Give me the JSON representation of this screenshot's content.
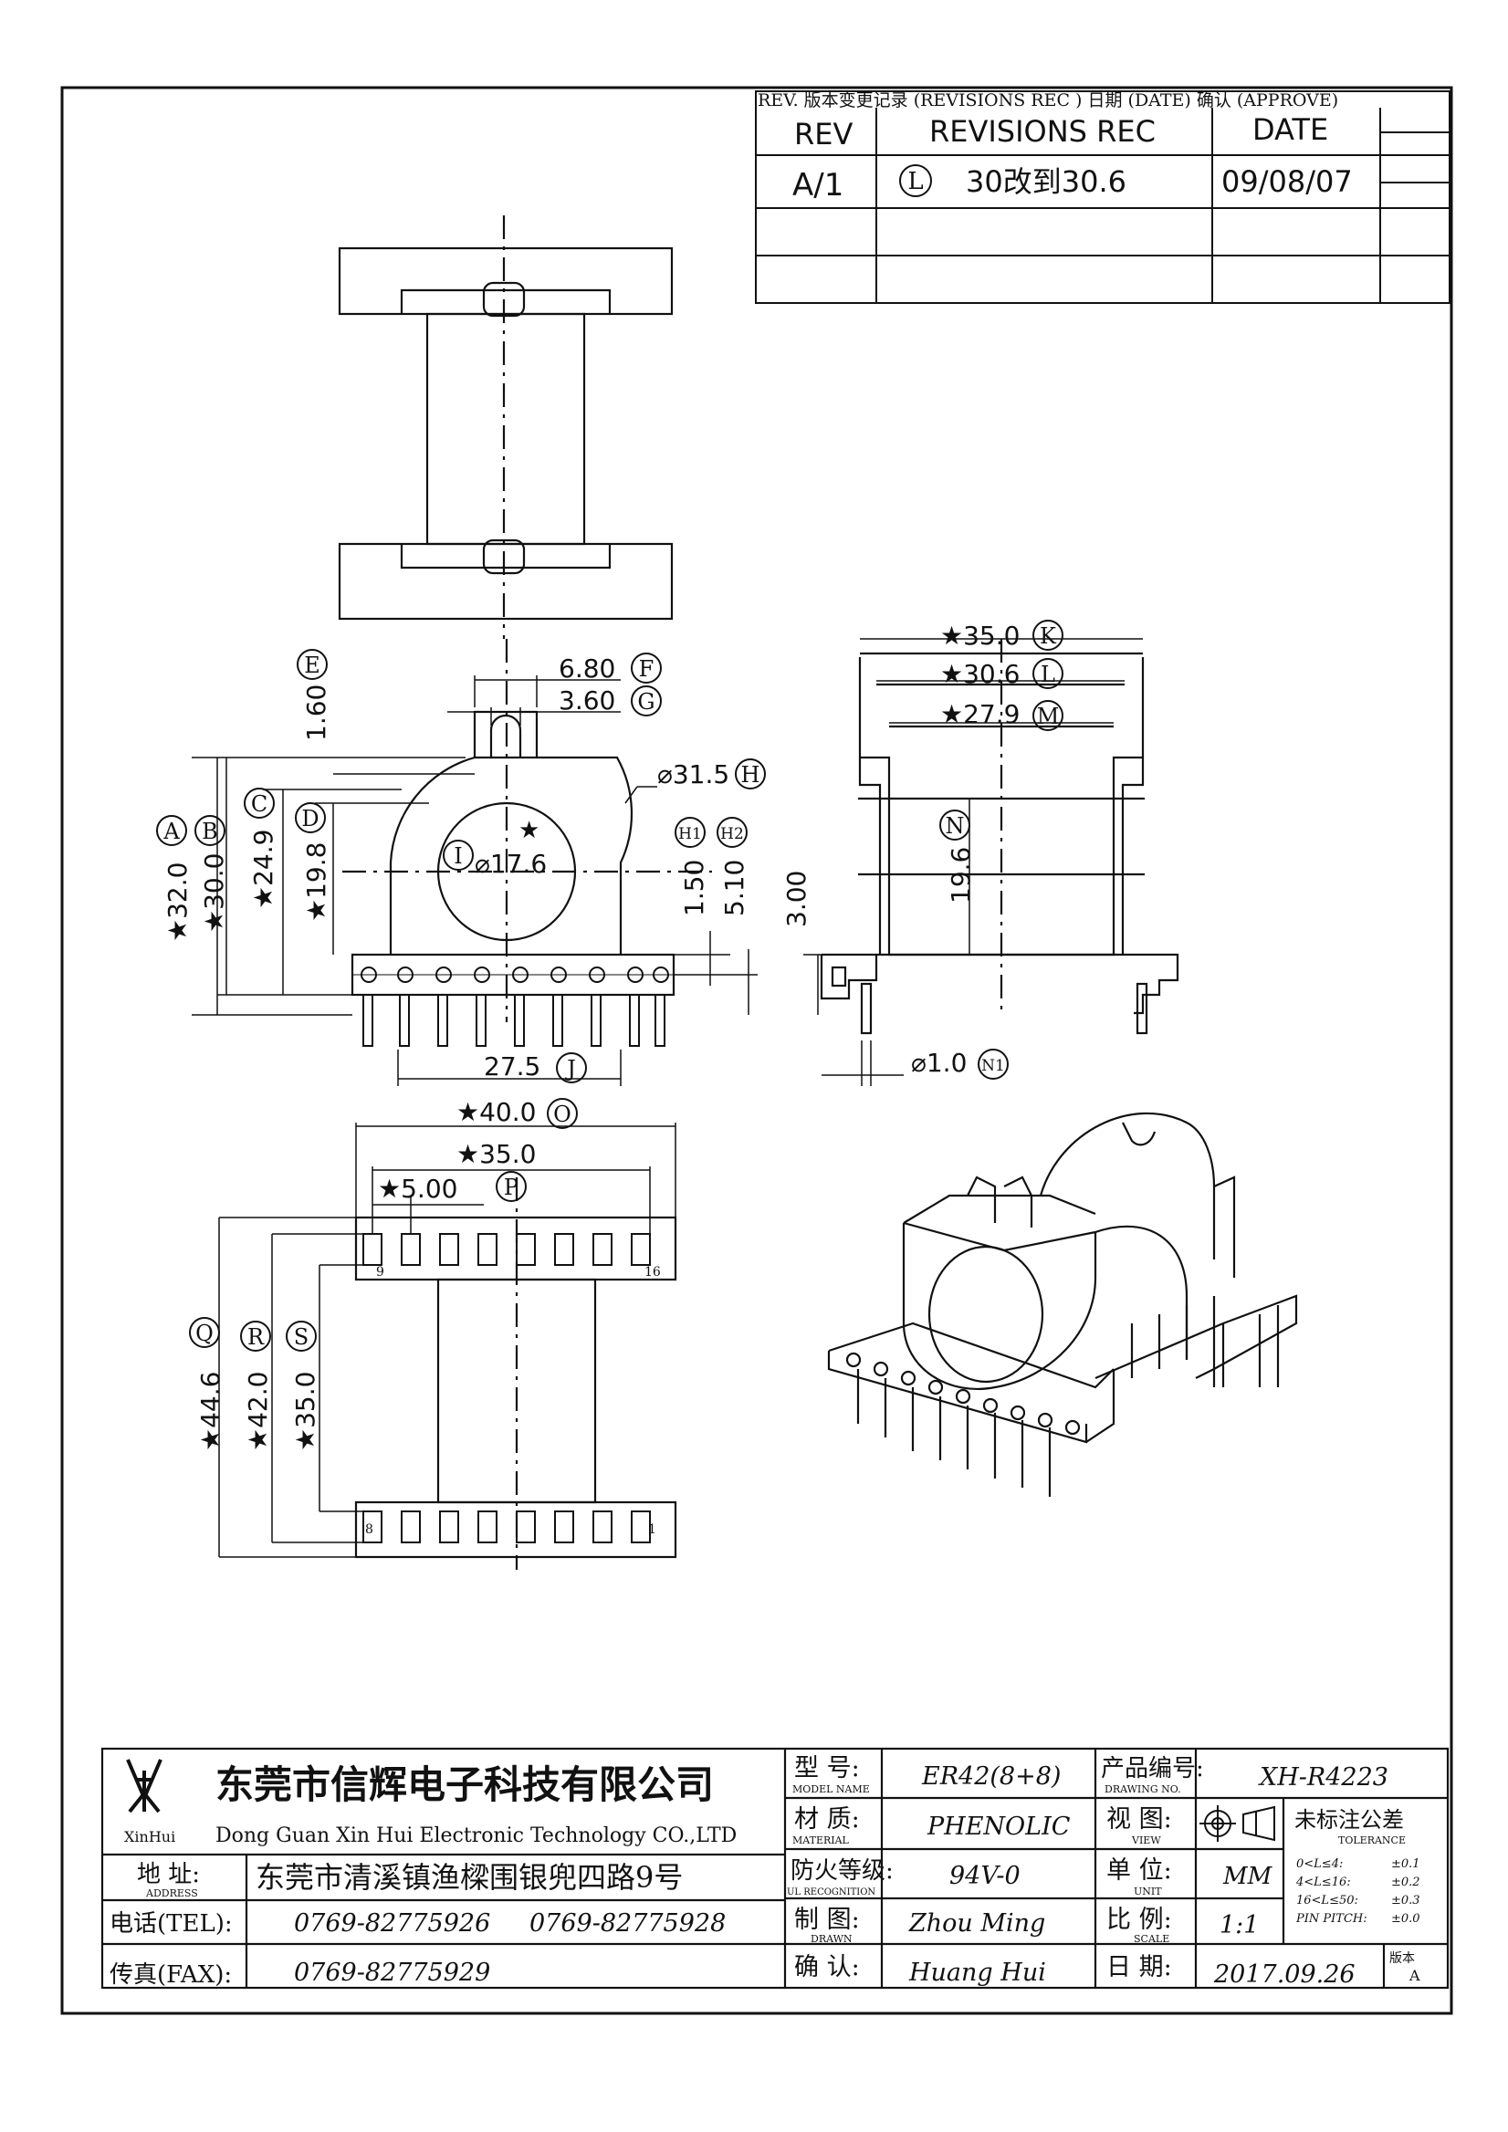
{
  "revisions": {
    "header_full": "REV. 版本变更记录 (REVISIONS REC ) 日期 (DATE) 确认 (APPROVE)",
    "col_rev": "REV",
    "col_rec": "REVISIONS REC",
    "col_date": "DATE",
    "rows": [
      {
        "rev": "A/1",
        "marker": "L",
        "rec": "30改到30.6",
        "date": "09/08/07"
      }
    ]
  },
  "dimensions": {
    "E": {
      "label": "E",
      "value": "1.60"
    },
    "F": {
      "label": "F",
      "value": "6.80"
    },
    "G": {
      "label": "G",
      "value": "3.60"
    },
    "H": {
      "label": "H",
      "value": "⌀31.5"
    },
    "A": {
      "label": "A",
      "value": "★32.0"
    },
    "B": {
      "label": "B",
      "value": "★30.0"
    },
    "C": {
      "label": "C",
      "value": "★24.9"
    },
    "D": {
      "label": "D",
      "value": "★19.8"
    },
    "I": {
      "label": "I",
      "value": "⌀17.6"
    },
    "H1": {
      "label": "H1",
      "value": "1.50"
    },
    "H2": {
      "label": "H2",
      "value": "5.10"
    },
    "J": {
      "label": "J",
      "value": "27.5"
    },
    "K": {
      "label": "K",
      "value": "★35.0"
    },
    "L": {
      "label": "L",
      "value": "★30.6"
    },
    "M": {
      "label": "M",
      "value": "★27.9"
    },
    "N": {
      "label": "N",
      "value": "19.6"
    },
    "side_height": {
      "value": "3.00"
    },
    "N1": {
      "label": "N1",
      "value": "⌀1.0"
    },
    "O": {
      "label": "O",
      "value": "★40.0"
    },
    "bottom_width": {
      "value": "★35.0"
    },
    "P": {
      "label": "P",
      "value": "★5.00"
    },
    "Q": {
      "label": "Q",
      "value": "★44.6"
    },
    "R": {
      "label": "R",
      "value": "★42.0"
    },
    "S": {
      "label": "S",
      "value": "★35.0"
    },
    "pin_9": "9",
    "pin_16": "16",
    "pin_8": "8",
    "pin_1": "1"
  },
  "company": {
    "name_cn": "东莞市信辉电子科技有限公司",
    "name_en": "Dong Guan Xin Hui Electronic Technology CO.,LTD",
    "logo_text": "XinHui",
    "address_label": "地 址:",
    "address_label_en": "ADDRESS",
    "address": "东莞市清溪镇渔樑围银兜四路9号",
    "tel_label": "电话(TEL):",
    "tel_1": "0769-82775926",
    "tel_2": "0769-82775928",
    "fax_label": "传真(FAX):",
    "fax": "0769-82775929"
  },
  "title_block": {
    "model_label": "型 号:",
    "model_label_en": "MODEL NAME",
    "model": "ER42(8+8)",
    "material_label": "材 质:",
    "material_label_en": "MATERIAL",
    "material": "PHENOLIC",
    "ul_label": "防火等级:",
    "ul_label_en": "UL RECOGNITION",
    "ul": "94V-0",
    "drawn_label": "制 图:",
    "drawn_label_en": "DRAWN",
    "drawn": "Zhou Ming",
    "check_label": "确 认:",
    "check": "Huang Hui",
    "drawing_no_label": "产品编号:",
    "drawing_no_label_en": "DRAWING NO.",
    "drawing_no": "XH-R4223",
    "view_label": "视 图:",
    "view_label_en": "VIEW",
    "unit_label": "单 位:",
    "unit_label_en": "UNIT",
    "unit": "MM",
    "scale_label": "比 例:",
    "scale_label_en": "SCALE",
    "scale": "1:1",
    "date_label": "日 期:",
    "date": "2017.09.26",
    "tolerance_label": "未标注公差",
    "tolerance_label_en": "TOLERANCE",
    "tolerance_rows": [
      {
        "range": "0<L≤4:",
        "value": "±0.1"
      },
      {
        "range": "4<L≤16:",
        "value": "±0.2"
      },
      {
        "range": "16<L≤50:",
        "value": "±0.3"
      },
      {
        "range": "PIN PITCH:",
        "value": "±0.0"
      }
    ],
    "version_label": "版本",
    "version": "A"
  }
}
